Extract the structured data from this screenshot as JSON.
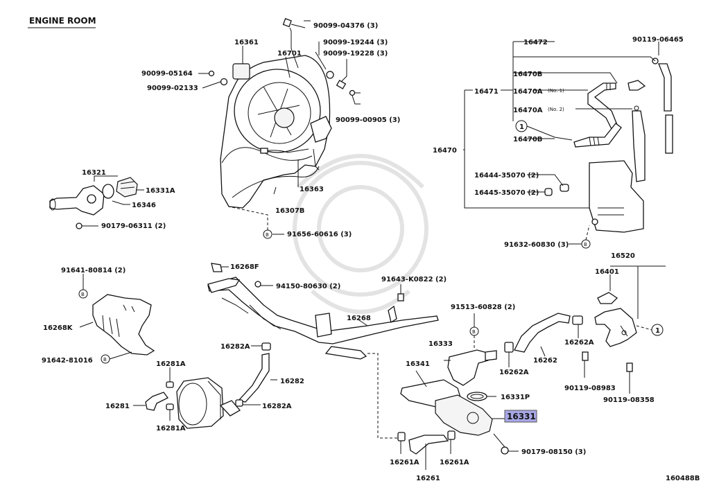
{
  "header": {
    "title": "ENGINE ROOM"
  },
  "footer": {
    "code": "160488B"
  },
  "highlight_color": "#a7a7e6",
  "circle_refs": {
    "b": "B",
    "one": "1"
  },
  "labels": {
    "p16361": "16361",
    "p16701": "16701",
    "p90099_04376": "90099-04376 (3)",
    "p90099_19244": "90099-19244 (3)",
    "p90099_19228": "90099-19228 (3)",
    "p90099_05164": "90099-05164",
    "p90099_02133": "90099-02133",
    "p90099_00905": "90099-00905 (3)",
    "p16363": "16363",
    "p16307b": "16307B",
    "p91656": "91656-60616 (3)",
    "p16321": "16321",
    "p16331a_top": "16331A",
    "p16346": "16346",
    "p90179_06311": "90179-06311 (2)",
    "p16472": "16472",
    "p90119_06465": "90119-06465",
    "p16470b_top": "16470B",
    "p16471": "16471",
    "p16470a_1": "16470A",
    "p16470a_1_note": "(No. 1)",
    "p16470a_2": "16470A",
    "p16470a_2_note": "(No. 2)",
    "p16470b_bot": "16470B",
    "p16470": "16470",
    "p16444": "16444-35070 (2)",
    "p16445": "16445-35070 (2)",
    "p91632": "91632-60830 (3)",
    "p16520": "16520",
    "p16401": "16401",
    "p16268f": "16268F",
    "p94150": "94150-80630 (2)",
    "p91641": "91641-80814 (2)",
    "p91643": "91643-K0822 (2)",
    "p91513": "91513-60828 (2)",
    "p16268k": "16268K",
    "p91642": "91642-81016",
    "p16268": "16268",
    "p16282a_top": "16282A",
    "p16281a_top": "16281A",
    "p16282": "16282",
    "p16281": "16281",
    "p16282a_bot": "16282A",
    "p16281a_bot": "16281A",
    "p16333": "16333",
    "p16262a_mid": "16262A",
    "p16262": "16262",
    "p16262a_right": "16262A",
    "p90119_08983": "90119-08983",
    "p90119_08358": "90119-08358",
    "p16341": "16341",
    "p16331p": "16331P",
    "p16331": "16331",
    "p16261a_left": "16261A",
    "p16261a_right": "16261A",
    "p90179_08150": "90179-08150 (3)",
    "p16261": "16261"
  }
}
